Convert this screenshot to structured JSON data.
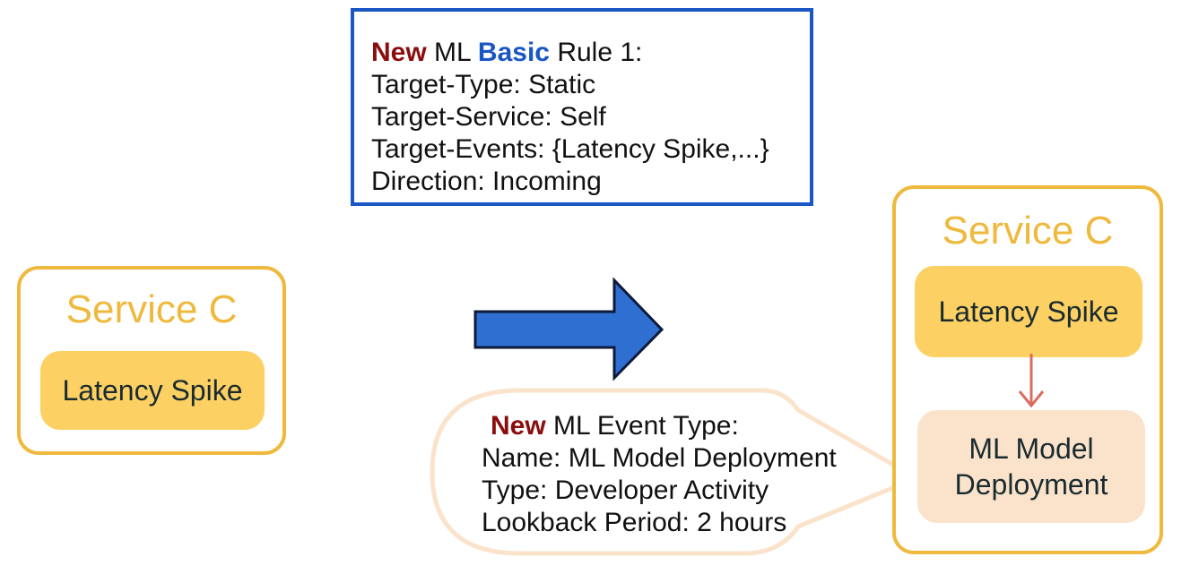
{
  "rule": {
    "title_new": "New",
    "title_ml": " ML ",
    "title_basic": "Basic",
    "title_rest": " Rule 1:",
    "target_type": "Target-Type: Static",
    "target_service": "Target-Service: Self",
    "target_events": "Target-Events: {Latency Spike,...}",
    "direction": "Direction: Incoming"
  },
  "left_service": {
    "title": "Service C",
    "event": "Latency Spike"
  },
  "right_service": {
    "title": "Service C",
    "event_top": "Latency Spike",
    "event_bottom_line1": "ML Model",
    "event_bottom_line2": "Deployment"
  },
  "new_event": {
    "title_new": "New",
    "title_rest": " ML Event Type:",
    "name": "Name: ML Model Deployment",
    "type": "Type: Developer Activity",
    "lookback": "Lookback Period: 2 hours"
  },
  "colors": {
    "rule_border": "#1a56c4",
    "keyword_new": "#8b0d0d",
    "keyword_basic": "#1a56c4",
    "service_border": "#efb93e",
    "spike_fill": "#fcd062",
    "deploy_fill": "#fbe3cb",
    "arrow_fill": "#2f6fd1",
    "edge_arrow": "#d96b5f",
    "bubble_border": "#fbe3cb"
  }
}
